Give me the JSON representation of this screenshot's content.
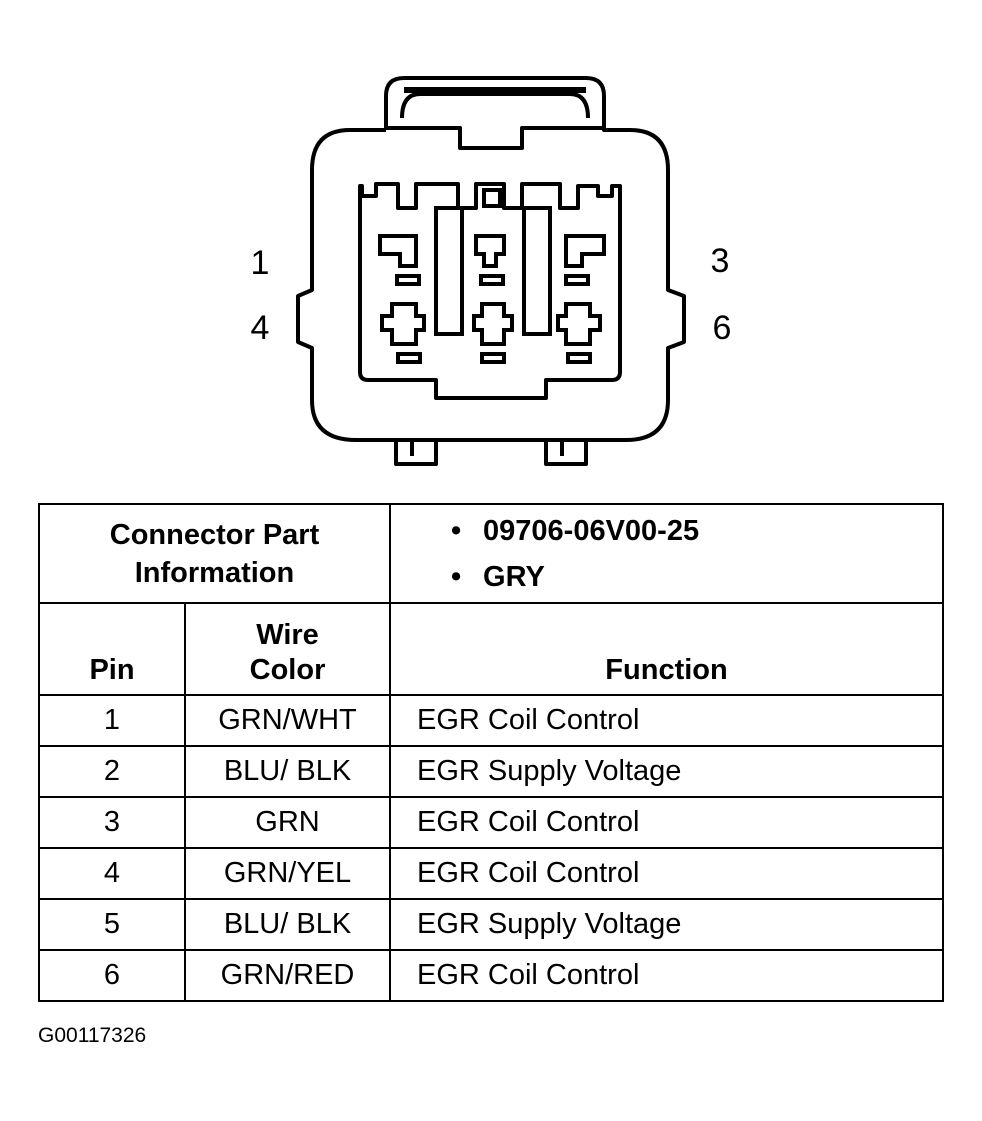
{
  "connector": {
    "pin_labels": [
      "1",
      "3",
      "4",
      "6"
    ]
  },
  "table": {
    "info_label_line1": "Connector Part",
    "info_label_line2": "Information",
    "part_number": "09706-06V00-25",
    "color": "GRY",
    "bullet": "•",
    "header_pin": "Pin",
    "header_wire_line1": "Wire",
    "header_wire_line2": "Color",
    "header_function": "Function",
    "rows": [
      {
        "pin": "1",
        "wire_color": "GRN/WHT",
        "function": "EGR Coil Control"
      },
      {
        "pin": "2",
        "wire_color": "BLU/ BLK",
        "function": "EGR Supply Voltage"
      },
      {
        "pin": "3",
        "wire_color": "GRN",
        "function": "EGR Coil Control"
      },
      {
        "pin": "4",
        "wire_color": "GRN/YEL",
        "function": "EGR Coil Control"
      },
      {
        "pin": "5",
        "wire_color": "BLU/ BLK",
        "function": "EGR Supply Voltage"
      },
      {
        "pin": "6",
        "wire_color": "GRN/RED",
        "function": "EGR Coil Control"
      }
    ]
  },
  "figure_id": "G00117326"
}
